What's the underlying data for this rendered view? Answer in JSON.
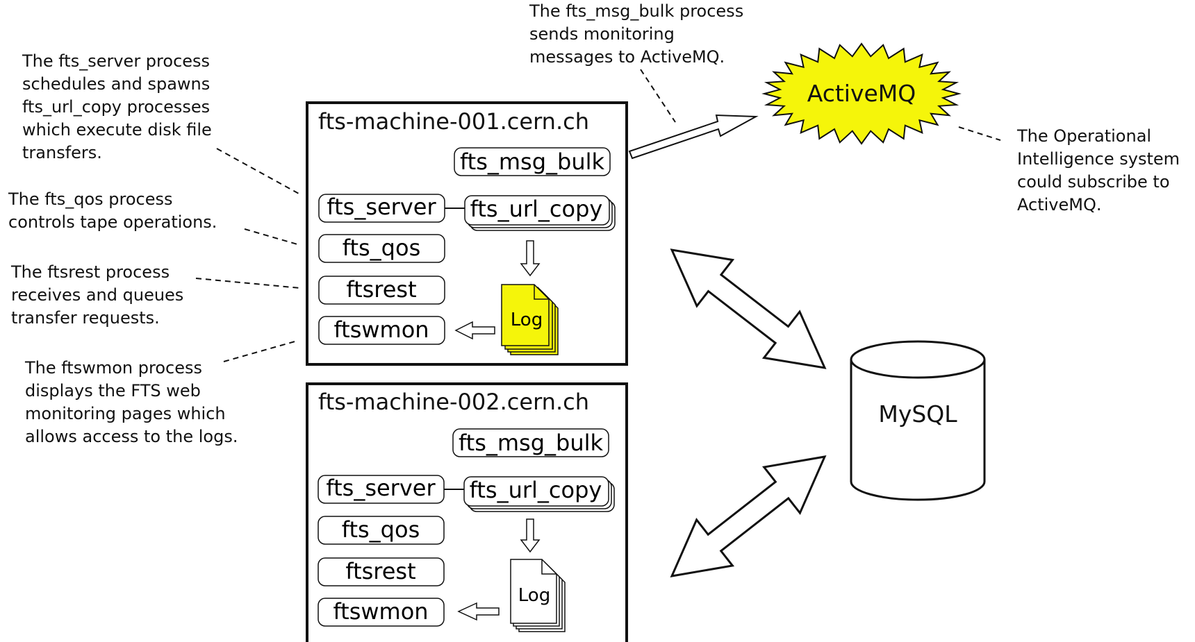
{
  "annotations": {
    "fts_server": [
      "The fts_server process",
      "schedules and spawns",
      "fts_url_copy processes",
      "which execute disk file",
      "transfers."
    ],
    "fts_qos": [
      "The fts_qos process",
      "controls tape operations."
    ],
    "ftsrest": [
      "The ftsrest process",
      "receives and queues",
      "transfer requests."
    ],
    "ftswmon": [
      "The ftswmon process",
      "displays the FTS web",
      "monitoring pages which",
      "allows access to the logs."
    ],
    "fts_msg_bulk": [
      "The fts_msg_bulk process",
      "sends monitoring",
      "messages to ActiveMQ."
    ],
    "operational_intelligence": [
      "The Operational",
      "Intelligence system",
      "could subscribe to",
      "ActiveMQ."
    ]
  },
  "machines": [
    {
      "hostname": "fts-machine-001.cern.ch",
      "msg_bulk": "fts_msg_bulk",
      "server": "fts_server",
      "url_copy": "fts_url_copy",
      "qos": "fts_qos",
      "rest": "ftsrest",
      "wmon": "ftswmon",
      "log": "Log",
      "log_color": "#f5f50a"
    },
    {
      "hostname": "fts-machine-002.cern.ch",
      "msg_bulk": "fts_msg_bulk",
      "server": "fts_server",
      "url_copy": "fts_url_copy",
      "qos": "fts_qos",
      "rest": "ftsrest",
      "wmon": "ftswmon",
      "log": "Log",
      "log_color": "#ffffff"
    }
  ],
  "activemq": {
    "label": "ActiveMQ",
    "color": "#f5f50a"
  },
  "mysql": {
    "label": "MySQL"
  }
}
